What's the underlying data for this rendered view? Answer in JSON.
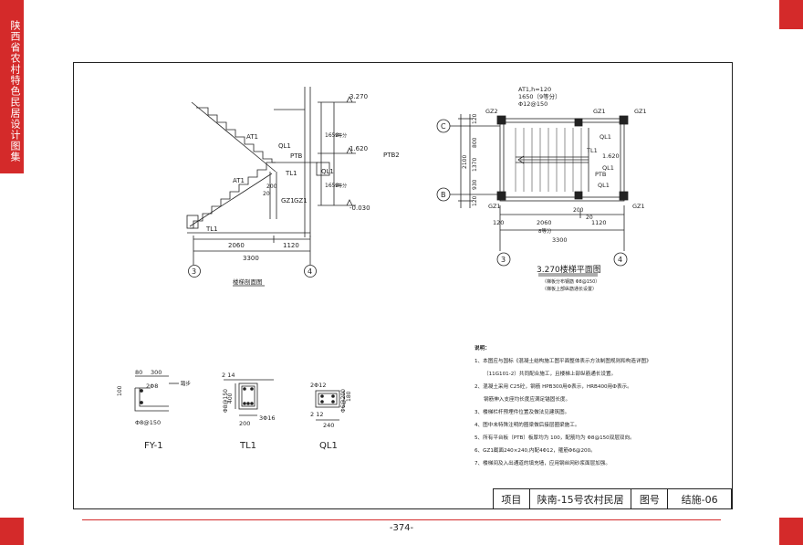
{
  "side_title": "陕西省农村特色民居设计图集",
  "page_number": "-374-",
  "colors": {
    "accent": "#d42a2a",
    "line": "#222222"
  },
  "section": {
    "title": "楼梯剖面图",
    "elev_top": "3.270",
    "elev_mid": "1.620",
    "elev_bot": "-0.030",
    "dim_upper": "1650",
    "dim_lower": "1650",
    "steps_upper": "9等分",
    "steps_lower": "9等分",
    "lbl_at1_upper": "AT1",
    "lbl_at1_lower": "AT1",
    "lbl_ql1_a": "QL1",
    "lbl_ql1_b": "QL1",
    "lbl_ptb": "PTB",
    "lbl_tl1_a": "TL1",
    "lbl_tl1_b": "TL1",
    "lbl_gz1": "GZ1",
    "lbl_gz1_b": "GZ1",
    "lbl_ptb2": "PTB2",
    "dim_200_a": "200",
    "dim_200_b": "20",
    "dim_2060": "2060",
    "dim_1120": "1120",
    "dim_3300": "3300",
    "axis_3": "3",
    "axis_4": "4"
  },
  "plan": {
    "title": "3.270楼梯平面图",
    "note1": "（梯板分布钢筋 Φ8@150）",
    "note2": "（梯板上部纵筋通长设置）",
    "lbl_at1": "AT1,h=120",
    "lbl_1650": "1650（9等分）",
    "lbl_rebar": "Φ12@150",
    "lbl_gz2": "GZ2",
    "lbl_gz1_tr": "GZ1",
    "lbl_gz1_br": "GZ1",
    "lbl_gz1_bm": "GZ1",
    "lbl_ql1_a": "QL1",
    "lbl_ql1_b": "QL1",
    "lbl_ql1_c": "QL1",
    "lbl_tl1": "TL1",
    "lbl_1620": "1.620",
    "lbl_ptb": "PTB",
    "axis_c": "C",
    "axis_b": "B",
    "axis_3": "3",
    "axis_4": "4",
    "dim_120_a": "120",
    "dim_800": "800",
    "dim_1370": "1370",
    "dim_930": "930",
    "dim_120_b": "120",
    "dim_2100": "2100",
    "dim_120_l": "120",
    "dim_2060": "2060",
    "dim_1120": "1120",
    "dim_steps": "8等分",
    "dim_3300": "3300",
    "dim_200": "200",
    "dim_20": "20"
  },
  "details": {
    "fy1": {
      "name": "FY-1",
      "d80": "80",
      "d300": "300",
      "bar": "2Φ8",
      "d100": "100",
      "stir": "Φ8@150",
      "note": "踏步"
    },
    "tl1": {
      "name": "TL1",
      "top": "2 14",
      "h400": "400",
      "stir": "Φ8@150",
      "bot": "3Φ16",
      "w200": "200"
    },
    "ql1": {
      "name": "QL1",
      "top": "2Φ12",
      "stir": "Φ6@200",
      "bot": "2 12",
      "w240": "240",
      "h180": "180"
    }
  },
  "notes": {
    "title": "说明：",
    "items": [
      "1、本图应与国标《混凝土结构施工图平面整体表示方法制图规则和构造详图》",
      "（11G101-2）共同配合施工，且楼梯上部纵筋通长设置。",
      "2、混凝土采用 C25砼，钢筋 HPB300用Φ表示，HRB400用Ф表示。",
      "钢筋伸入支座均长度应满足锚固长度。",
      "3、楼梯栏杆预埋件位置及做法见建筑图。",
      "4、图中未特殊注明的圈梁做后接层圈梁施工。",
      "5、所有平台板（PTB）板厚均为 100，配筋均为 Φ8@150双层双向。",
      "6、GZ1截面240×240,内配4Φ12，箍筋Φ6@200。",
      "7、楼梯间及入出通道的填充墙，应用钢丝网砂浆面层加强。"
    ]
  },
  "title_block": {
    "label_project": "项目",
    "project": "陕南-15号农村民居",
    "label_drawing": "图号",
    "drawing": "结施-06"
  }
}
